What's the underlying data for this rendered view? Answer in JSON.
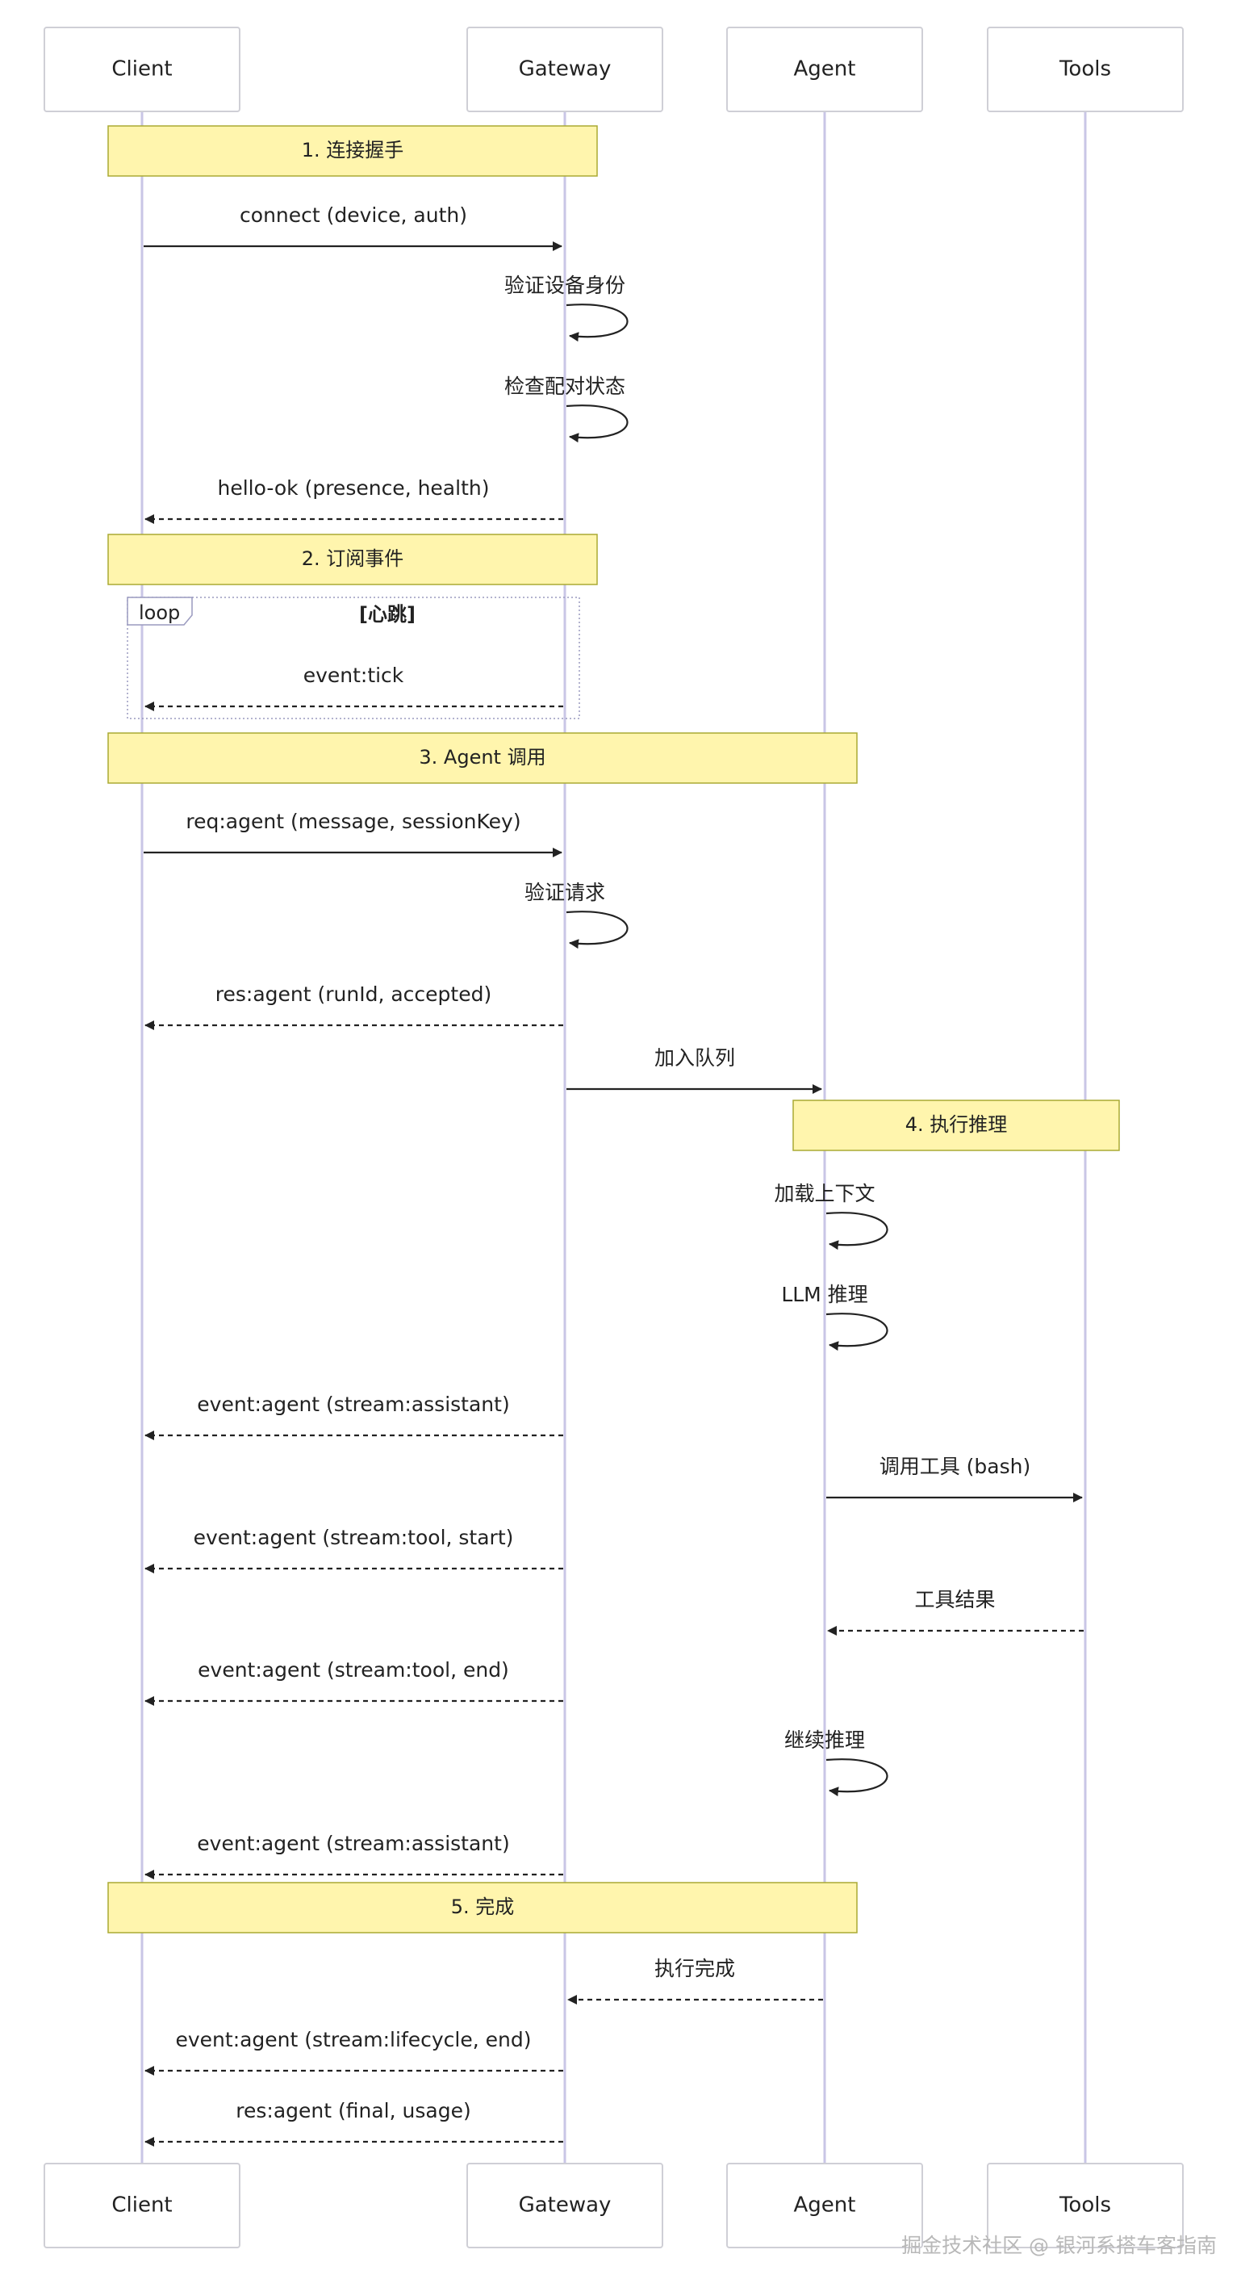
{
  "actors": [
    {
      "id": "client",
      "label": "Client"
    },
    {
      "id": "gateway",
      "label": "Gateway"
    },
    {
      "id": "agent",
      "label": "Agent"
    },
    {
      "id": "tools",
      "label": "Tools"
    }
  ],
  "notes": [
    {
      "id": "note-1",
      "label": "1. 连接握手",
      "from": "client",
      "to": "gateway"
    },
    {
      "id": "note-2",
      "label": "2. 订阅事件",
      "from": "client",
      "to": "gateway"
    },
    {
      "id": "note-3",
      "label": "3. Agent 调用",
      "from": "client",
      "to": "agent"
    },
    {
      "id": "note-4",
      "label": "4. 执行推理",
      "from": "agent",
      "to": "tools"
    },
    {
      "id": "note-5",
      "label": "5. 完成",
      "from": "client",
      "to": "agent"
    }
  ],
  "loop": {
    "label": "loop",
    "condition": "[心跳]"
  },
  "messages": [
    {
      "from": "client",
      "to": "gateway",
      "label": "connect (device, auth)",
      "style": "solid"
    },
    {
      "from": "gateway",
      "to": "gateway",
      "label": "验证设备身份",
      "style": "solid"
    },
    {
      "from": "gateway",
      "to": "gateway",
      "label": "检查配对状态",
      "style": "solid"
    },
    {
      "from": "gateway",
      "to": "client",
      "label": "hello-ok (presence, health)",
      "style": "dashed"
    },
    {
      "from": "gateway",
      "to": "client",
      "label": "event:tick",
      "style": "dashed"
    },
    {
      "from": "client",
      "to": "gateway",
      "label": "req:agent (message, sessionKey)",
      "style": "solid"
    },
    {
      "from": "gateway",
      "to": "gateway",
      "label": "验证请求",
      "style": "solid"
    },
    {
      "from": "gateway",
      "to": "client",
      "label": "res:agent (runId, accepted)",
      "style": "dashed"
    },
    {
      "from": "gateway",
      "to": "agent",
      "label": "加入队列",
      "style": "solid"
    },
    {
      "from": "agent",
      "to": "agent",
      "label": "加载上下文",
      "style": "solid"
    },
    {
      "from": "agent",
      "to": "agent",
      "label": "LLM 推理",
      "style": "solid"
    },
    {
      "from": "gateway",
      "to": "client",
      "label": "event:agent (stream:assistant)",
      "style": "dashed"
    },
    {
      "from": "agent",
      "to": "tools",
      "label": "调用工具 (bash)",
      "style": "solid"
    },
    {
      "from": "gateway",
      "to": "client",
      "label": "event:agent (stream:tool, start)",
      "style": "dashed"
    },
    {
      "from": "tools",
      "to": "agent",
      "label": "工具结果",
      "style": "dashed"
    },
    {
      "from": "gateway",
      "to": "client",
      "label": "event:agent (stream:tool, end)",
      "style": "dashed"
    },
    {
      "from": "agent",
      "to": "agent",
      "label": "继续推理",
      "style": "solid"
    },
    {
      "from": "gateway",
      "to": "client",
      "label": "event:agent (stream:assistant)",
      "style": "dashed"
    },
    {
      "from": "agent",
      "to": "gateway",
      "label": "执行完成",
      "style": "dashed"
    },
    {
      "from": "gateway",
      "to": "client",
      "label": "event:agent (stream:lifecycle, end)",
      "style": "dashed"
    },
    {
      "from": "gateway",
      "to": "client",
      "label": "res:agent (final, usage)",
      "style": "dashed"
    }
  ],
  "watermark": "掘金技术社区 @ 银河系搭车客指南"
}
